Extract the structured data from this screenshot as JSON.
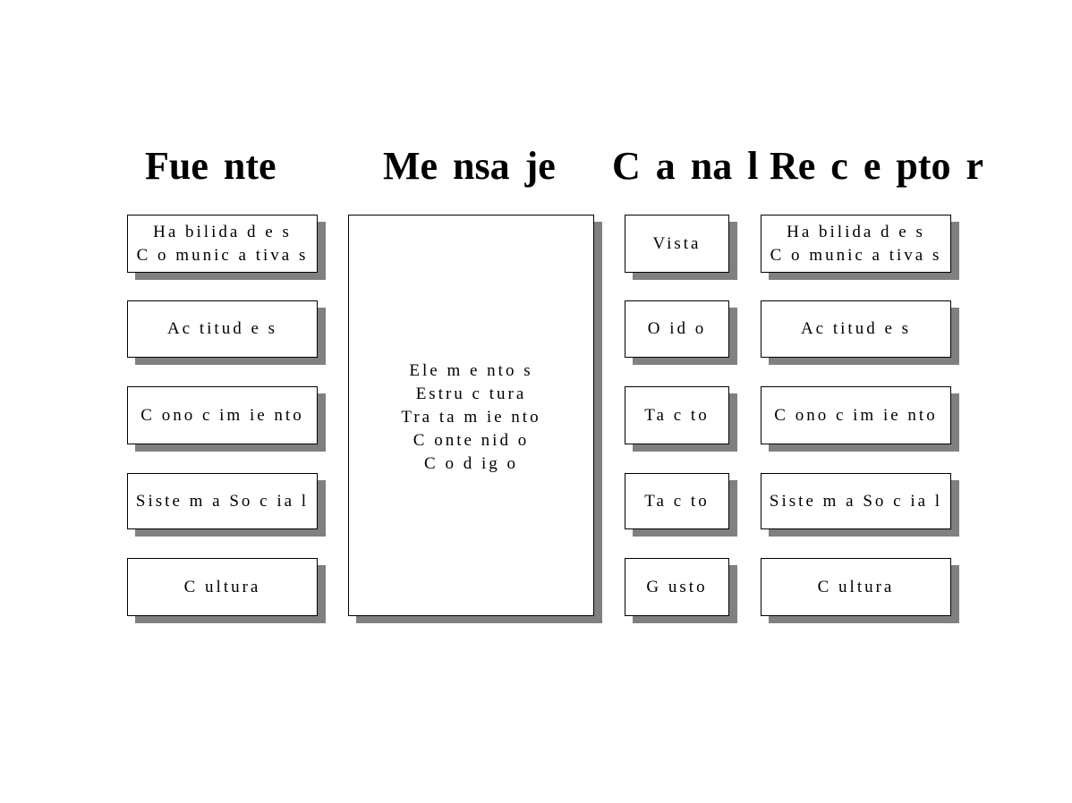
{
  "headings": {
    "fuente": "Fue nte",
    "mensaje": "Me nsa je",
    "canal": "C a na l",
    "receptor": "Re c e pto r"
  },
  "fuente": {
    "items": [
      "Ha bilida d e s\nC o munic a tiva s",
      "Ac titud e s",
      "C ono c im ie nto",
      "Siste m a  So c ia l",
      "C ultura"
    ]
  },
  "mensaje": {
    "content": "Ele m e nto s\nEstru c tura\nTra ta m ie nto\nC onte nid o\nC o d ig o"
  },
  "canal": {
    "items": [
      "Vista",
      "O id o",
      "Ta c to",
      "Ta c to",
      "G usto"
    ]
  },
  "receptor": {
    "items": [
      "Ha bilida d e s\nC o munic a tiva s",
      "Ac titud e s",
      "C ono c im ie nto",
      "Siste m a  So c ia l",
      "C ultura"
    ]
  }
}
